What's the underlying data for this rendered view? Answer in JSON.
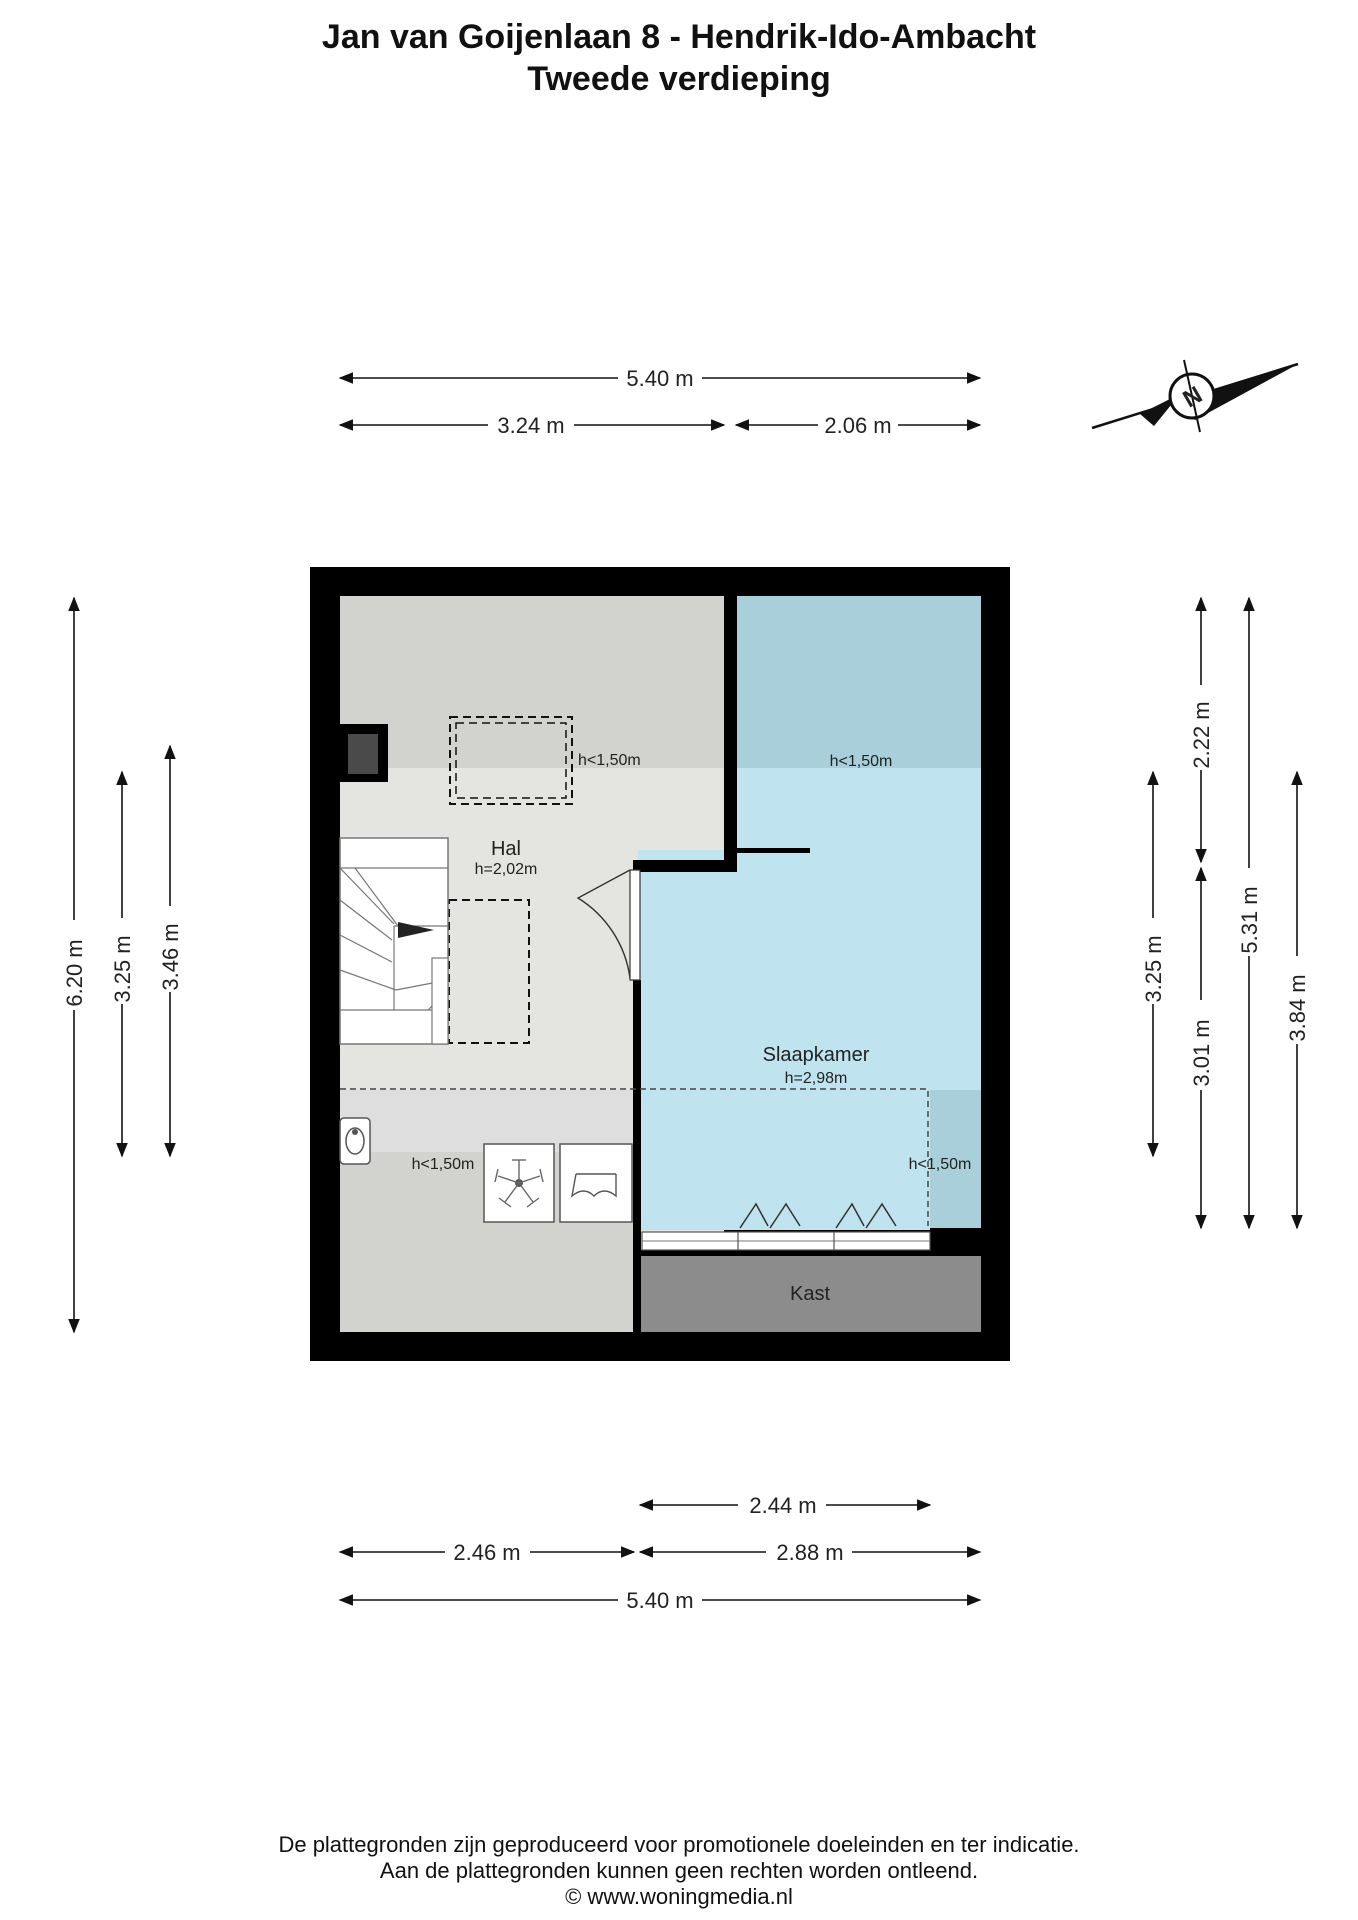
{
  "header": {
    "title": "Jan van Goijenlaan 8 - Hendrik-Ido-Ambacht",
    "subtitle": "Tweede verdieping"
  },
  "rooms": {
    "hal": {
      "name": "Hal",
      "height": "h=2,02m"
    },
    "slaapkamer": {
      "name": "Slaapkamer",
      "height": "h=2,98m"
    },
    "kast": {
      "name": "Kast"
    },
    "low_ceiling_1": "h<1,50m",
    "low_ceiling_2": "h<1,50m",
    "low_ceiling_3": "h<1,50m",
    "low_ceiling_4": "h<1,50m"
  },
  "dimensions": {
    "top_total": "5.40 m",
    "top_left": "3.24 m",
    "top_right": "2.06 m",
    "bottom_upper": "2.44 m",
    "bottom_left": "2.46 m",
    "bottom_right": "2.88 m",
    "bottom_total": "5.40 m",
    "left_total": "6.20 m",
    "left_mid": "3.25 m",
    "left_inner": "3.46 m",
    "right_inner": "3.25 m",
    "right_top": "2.22 m",
    "right_lower": "3.01 m",
    "right_tall": "5.31 m",
    "right_outer": "3.84 m"
  },
  "compass": {
    "label": "N"
  },
  "footer": {
    "line1": "De plattegronden zijn geproduceerd voor promotionele doeleinden en ter indicatie.",
    "line2": "Aan de plattegronden kunnen geen rechten worden ontleend.",
    "line3": "© www.woningmedia.nl"
  },
  "colors": {
    "wall": "#000000",
    "hall": "#e4e4e1",
    "hall_low": "#d2d2cf",
    "bedroom": "#bfe3ef",
    "bedroom_low": "#a8cfda",
    "closet": "#8c8c8c"
  }
}
